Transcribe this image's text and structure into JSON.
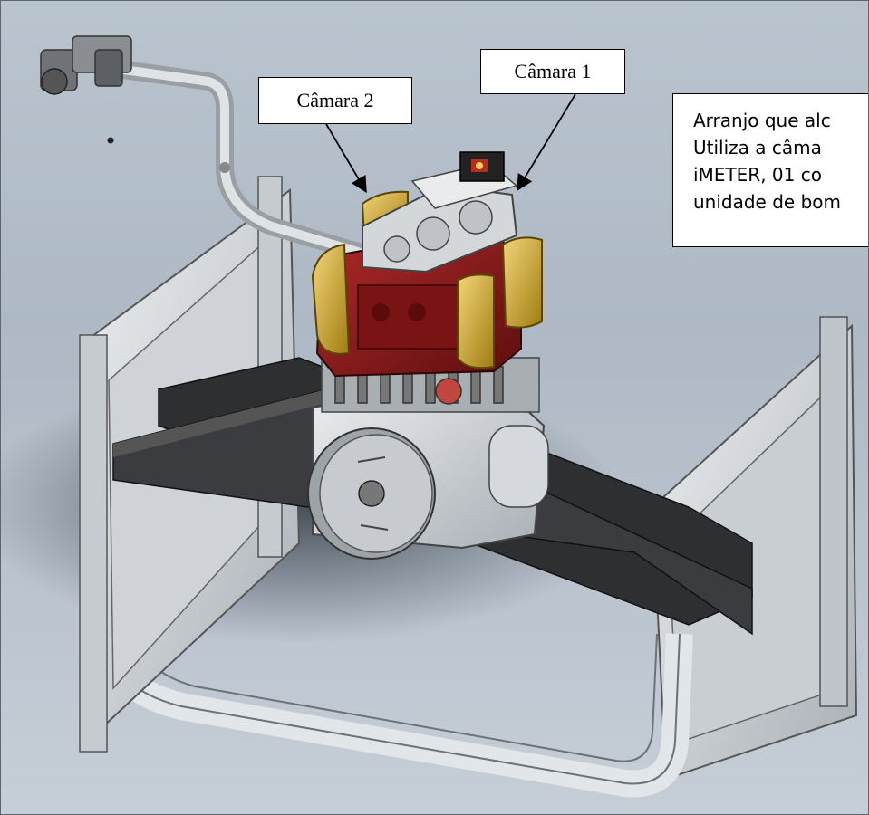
{
  "labels": {
    "camera_1": "Câmara 1",
    "camera_2": "Câmara 2"
  },
  "note": {
    "lines": [
      "Arranjo que alc",
      "Utiliza  a  câma",
      "iMETER,  01  co",
      "unidade de bom"
    ]
  },
  "colors": {
    "background": "#b9c4cf",
    "frame_metal": "#d9dde1",
    "rail": "#3a3a3c",
    "chamber_red": "#8a1a1a",
    "window_gold": "#c9a227",
    "pulley": "#b8bcc0"
  }
}
